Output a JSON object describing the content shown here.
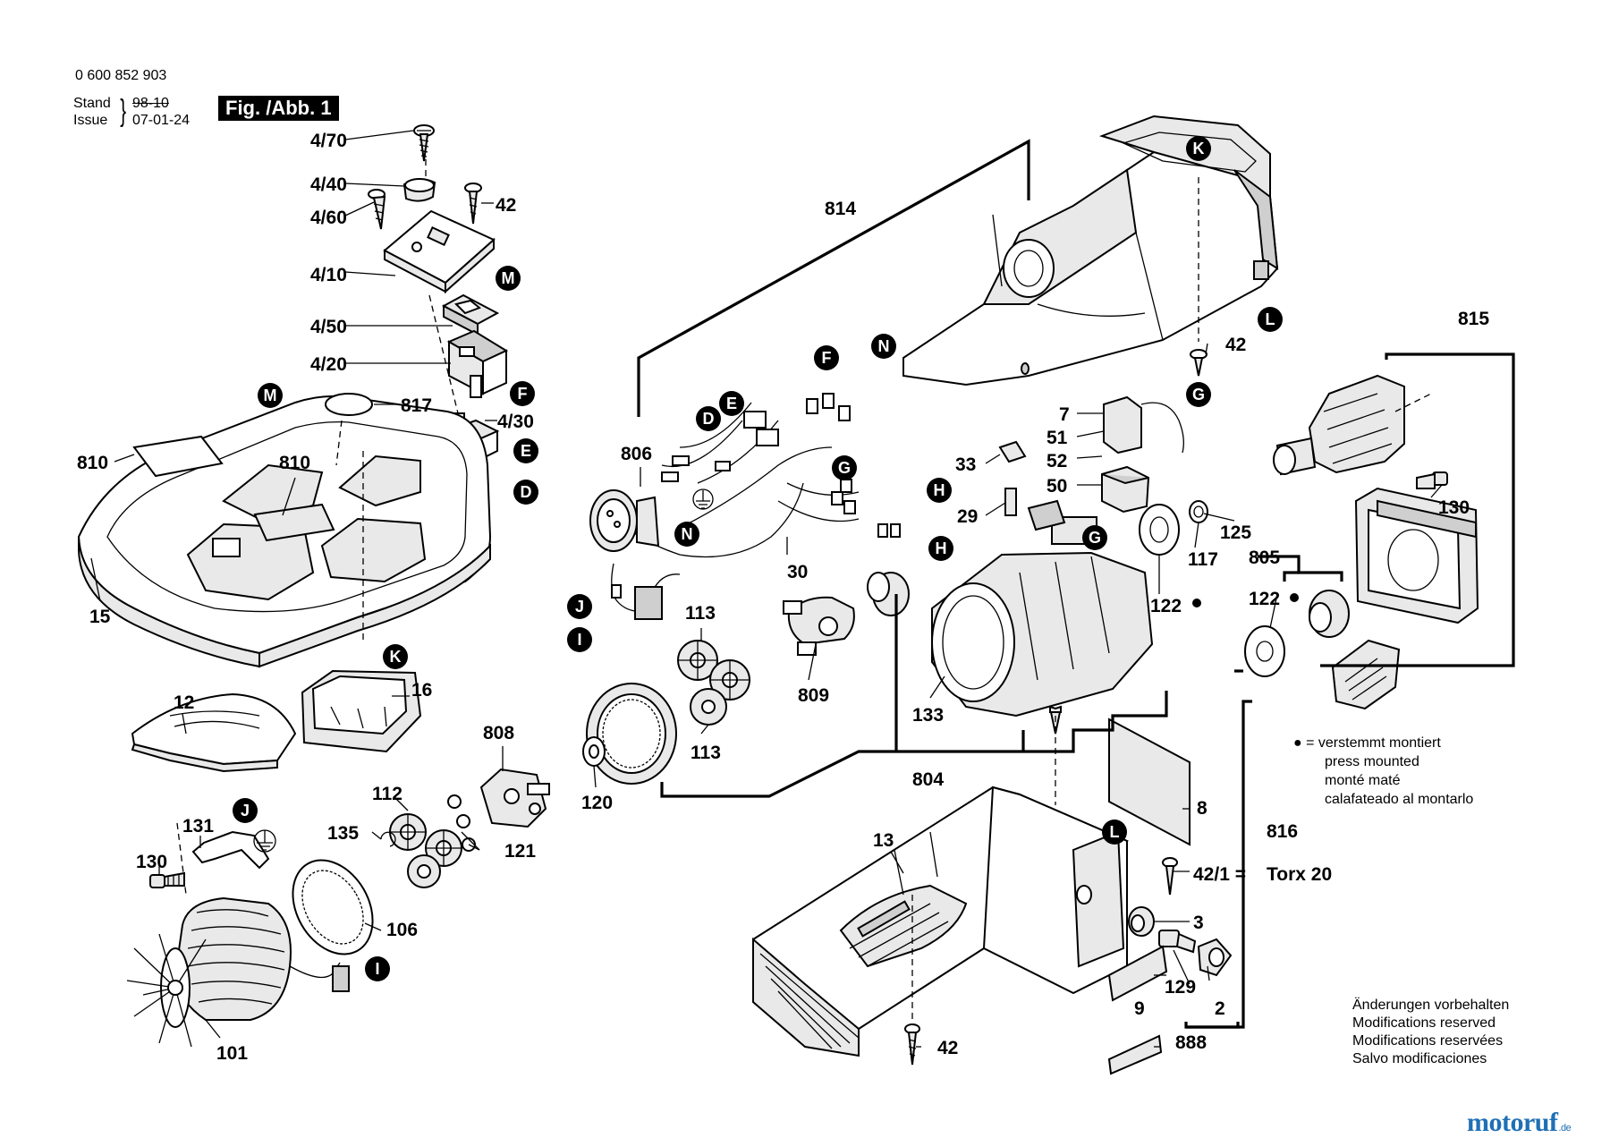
{
  "header": {
    "part_number": "0 600 852 903",
    "stand_label": "Stand",
    "issue_label": "Issue",
    "stand_date": "98-10",
    "issue_date": "07-01-24",
    "figure_label": "Fig. /Abb. 1"
  },
  "part_labels": {
    "p4_70": "4/70",
    "p4_40": "4/40",
    "p4_60": "4/60",
    "p42_top": "42",
    "p4_10": "4/10",
    "p4_50": "4/50",
    "p4_20": "4/20",
    "p4_30": "4/30",
    "p817": "817",
    "p810a": "810",
    "p810b": "810",
    "p15": "15",
    "p16": "16",
    "p12": "12",
    "p808": "808",
    "p112": "112",
    "p135": "135",
    "p121": "121",
    "p131": "131",
    "p130a": "130",
    "p106": "106",
    "p101": "101",
    "p814": "814",
    "p806": "806",
    "p30": "30",
    "p113a": "113",
    "p113b": "113",
    "p809": "809",
    "p120": "120",
    "p804": "804",
    "p133": "133",
    "p122a": "122",
    "p117": "117",
    "p125": "125",
    "p42_mid": "42",
    "p7": "7",
    "p51": "51",
    "p52": "52",
    "p33": "33",
    "p29": "29",
    "p50": "50",
    "p815": "815",
    "p130b": "130",
    "p805": "805",
    "p122b": "122",
    "p816": "816",
    "p8": "8",
    "p13": "13",
    "p42_1": "42/1 =",
    "torx": "Torx 20",
    "p3": "3",
    "p129": "129",
    "p2": "2",
    "p9": "9",
    "p888": "888",
    "p42_bot": "42"
  },
  "connector_labels": {
    "K": "K",
    "L": "L",
    "M": "M",
    "N": "N",
    "F": "F",
    "E": "E",
    "D": "D",
    "G": "G",
    "H": "H",
    "J": "J",
    "I": "I"
  },
  "legend": {
    "bullet": "● =",
    "lines": [
      "verstemmt montiert",
      "press mounted",
      "monté maté",
      "calafateado al montarlo"
    ]
  },
  "notice": [
    "Änderungen vorbehalten",
    "Modifications reserved",
    "Modifications reservées",
    "Salvo modificaciones"
  ],
  "brand": {
    "name": "motoruf",
    "suffix": ".de"
  },
  "colors": {
    "ink": "#000000",
    "paper": "#ffffff",
    "brand": "#1f6fb5"
  }
}
